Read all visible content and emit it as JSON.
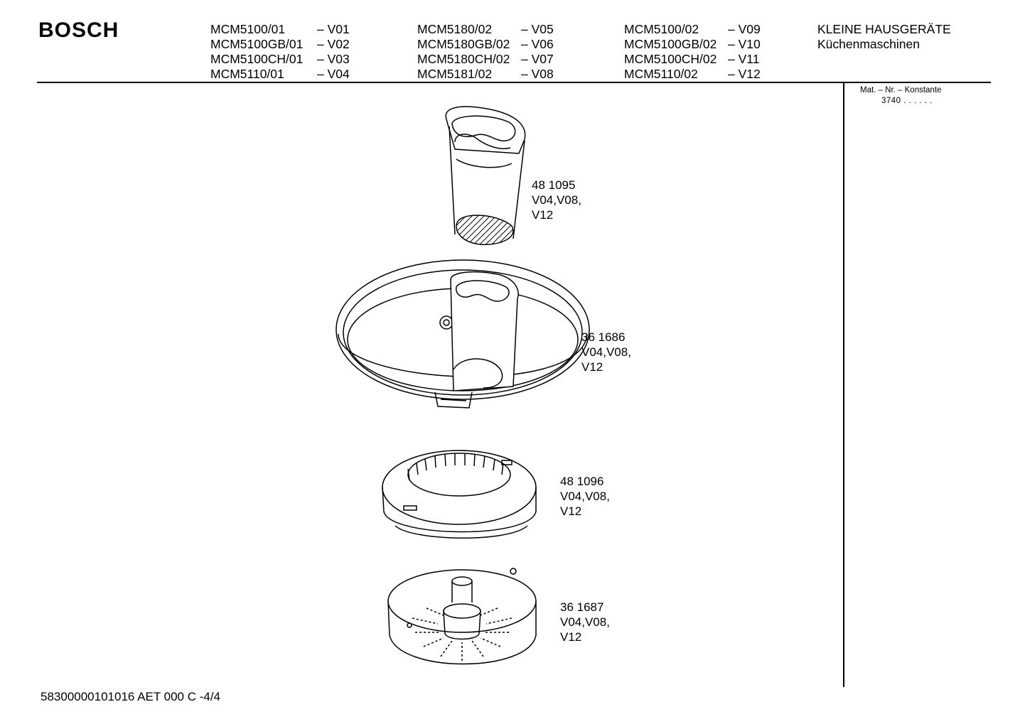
{
  "header": {
    "brand": "BOSCH",
    "model_columns": [
      [
        {
          "model": "MCM5100/01",
          "variant": "– V01"
        },
        {
          "model": "MCM5100GB/01",
          "variant": "– V02"
        },
        {
          "model": "MCM5100CH/01",
          "variant": "– V03"
        },
        {
          "model": "MCM5110/01",
          "variant": "– V04"
        }
      ],
      [
        {
          "model": "MCM5180/02",
          "variant": "– V05"
        },
        {
          "model": "MCM5180GB/02",
          "variant": "– V06"
        },
        {
          "model": "MCM5180CH/02",
          "variant": "– V07"
        },
        {
          "model": "MCM5181/02",
          "variant": "– V08"
        }
      ],
      [
        {
          "model": "MCM5100/02",
          "variant": "– V09"
        },
        {
          "model": "MCM5100GB/02",
          "variant": "– V10"
        },
        {
          "model": "MCM5100CH/02",
          "variant": "– V11"
        },
        {
          "model": "MCM5110/02",
          "variant": "– V12"
        }
      ]
    ],
    "category": "KLEINE HAUSGERÄTE",
    "subcategory": "Küchenmaschinen"
  },
  "sidebar": {
    "mat_nr_label": "Mat. – Nr. – Konstante",
    "mat_nr_value": "3740 . .   . . . ."
  },
  "parts": [
    {
      "number": "48 1095",
      "variants_line1": "V04,V08,",
      "variants_line2": "V12"
    },
    {
      "number": "36 1686",
      "variants_line1": "V04,V08,",
      "variants_line2": "V12"
    },
    {
      "number": "48 1096",
      "variants_line1": "V04,V08,",
      "variants_line2": "V12"
    },
    {
      "number": "36 1687",
      "variants_line1": "V04,V08,",
      "variants_line2": "V12"
    }
  ],
  "footer": {
    "doc_code": "58300000101016 AET 000 C   -4/4"
  }
}
